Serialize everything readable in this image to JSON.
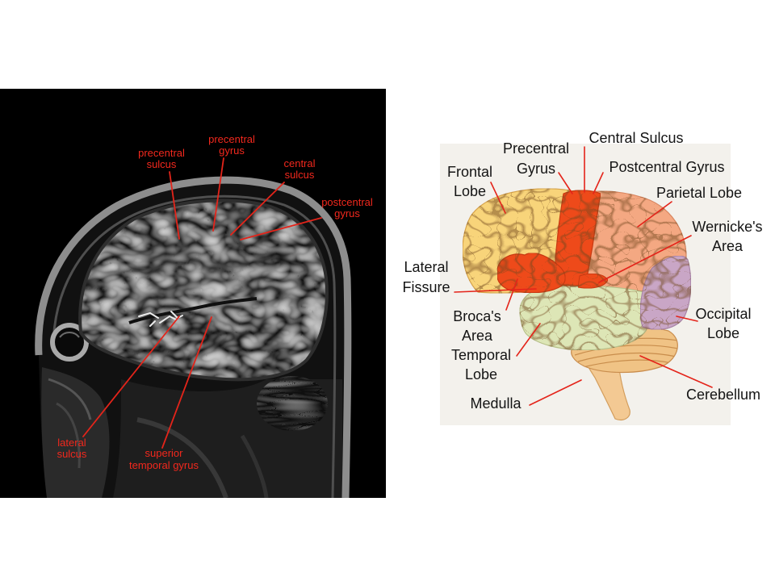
{
  "mri": {
    "labels": {
      "precentral_sulcus": [
        "precentral",
        "sulcus"
      ],
      "precentral_gyrus": [
        "precentral",
        "gyrus"
      ],
      "central_sulcus": [
        "central",
        "sulcus"
      ],
      "postcentral_gyrus": [
        "postcentral",
        "gyrus"
      ],
      "lateral_sulcus": [
        "lateral",
        "sulcus"
      ],
      "superior_temporal_gyrus": [
        "superior",
        "temporal gyrus"
      ]
    }
  },
  "diagram": {
    "labels": {
      "central_sulcus": [
        "Central Sulcus"
      ],
      "precentral_gyrus": [
        "Precentral",
        "Gyrus"
      ],
      "frontal_lobe": [
        "Frontal",
        "Lobe"
      ],
      "postcentral_gyrus": [
        "Postcentral Gyrus"
      ],
      "parietal_lobe": [
        "Parietal Lobe"
      ],
      "wernickes_area": [
        "Wernicke's",
        "Area"
      ],
      "lateral_fissure": [
        "Lateral",
        "Fissure"
      ],
      "brocas_area": [
        "Broca's",
        "Area"
      ],
      "temporal_lobe": [
        "Temporal",
        "Lobe"
      ],
      "occipital_lobe": [
        "Occipital",
        "Lobe"
      ],
      "cerebellum": [
        "Cerebellum"
      ],
      "medulla": [
        "Medulla"
      ]
    },
    "colors": {
      "background": "#f3f1ec",
      "frontal_lobe": "#f8d47a",
      "precentral_gyrus": "#ee4a1a",
      "brocas_area": "#ee4a1a",
      "parietal_lobe": "#f4a882",
      "occipital_lobe": "#c9a6c6",
      "temporal_lobe": "#dde6b6",
      "cerebellum": "#f0c385",
      "medulla": "#f3c993"
    }
  }
}
